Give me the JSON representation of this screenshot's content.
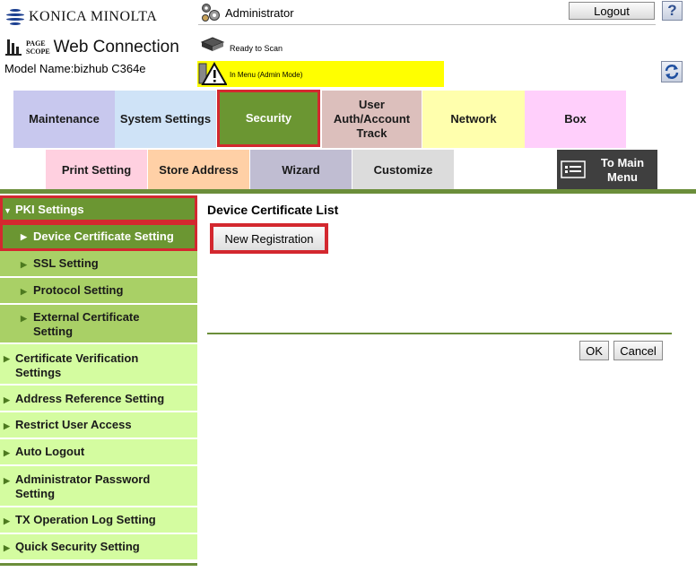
{
  "header": {
    "brand": "KONICA MINOLTA",
    "product_small": [
      "PAGE",
      "SCOPE"
    ],
    "product_title": "Web Connection",
    "model": "Model Name:bizhub C364e",
    "user": "Administrator",
    "logout_label": "Logout",
    "help_label": "?",
    "device_status": "Ready to Scan",
    "mode_status": "In Menu (Admin Mode)"
  },
  "colors": {
    "accent_green": "#6b8e3a",
    "selected_tab": "#6b9632",
    "highlight_red": "#d3282f",
    "status_yellow": "#ffff00"
  },
  "tabs_top": [
    {
      "label": "Maintenance",
      "color": "#c8c8ee"
    },
    {
      "label": "System Settings",
      "color": "#cfe3f7"
    },
    {
      "label": "Security",
      "color": "#6b9632",
      "selected": true
    },
    {
      "label": "User Auth/Account Track",
      "color": "#dcbfbc"
    },
    {
      "label": "Network",
      "color": "#ffffad"
    },
    {
      "label": "Box",
      "color": "#ffcffb"
    }
  ],
  "tabs_bottom": [
    {
      "label": "Print Setting",
      "color": "#ffd0e0"
    },
    {
      "label": "Store Address",
      "color": "#ffd0a6"
    },
    {
      "label": "Wizard",
      "color": "#c0bdd2"
    },
    {
      "label": "Customize",
      "color": "#dcdcdc"
    }
  ],
  "main_menu_label": "To Main Menu",
  "sidebar": [
    {
      "label": "PKI Settings",
      "level": 0,
      "expanded": true
    },
    {
      "label": "Device Certificate Setting",
      "level": 1,
      "selected": true
    },
    {
      "label": "SSL Setting",
      "level": 1
    },
    {
      "label": "Protocol Setting",
      "level": 1
    },
    {
      "label": "External Certificate Setting",
      "level": 1
    },
    {
      "label": "Certificate Verification Settings",
      "level": 0
    },
    {
      "label": "Address Reference Setting",
      "level": 0
    },
    {
      "label": "Restrict User Access",
      "level": 0
    },
    {
      "label": "Auto Logout",
      "level": 0
    },
    {
      "label": "Administrator Password Setting",
      "level": 0
    },
    {
      "label": "TX Operation Log Setting",
      "level": 0
    },
    {
      "label": "Quick Security Setting",
      "level": 0
    }
  ],
  "main": {
    "title": "Device Certificate List",
    "new_registration_label": "New Registration",
    "ok_label": "OK",
    "cancel_label": "Cancel"
  }
}
